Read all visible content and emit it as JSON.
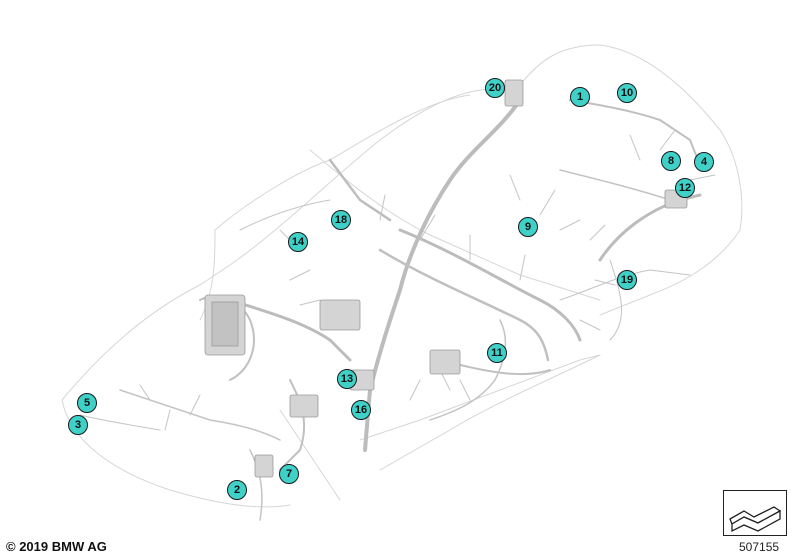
{
  "diagram": {
    "callouts": [
      {
        "label": "20"
      },
      {
        "label": "1"
      },
      {
        "label": "10"
      },
      {
        "label": "8"
      },
      {
        "label": "4"
      },
      {
        "label": "12"
      },
      {
        "label": "18"
      },
      {
        "label": "14"
      },
      {
        "label": "9"
      },
      {
        "label": "19"
      },
      {
        "label": "11"
      },
      {
        "label": "13"
      },
      {
        "label": "16"
      },
      {
        "label": "5"
      },
      {
        "label": "3"
      },
      {
        "label": "7"
      },
      {
        "label": "2"
      }
    ],
    "copyright": "© 2019 BMW AG",
    "diagram_id": "507155",
    "colors": {
      "callout_fill": "#3fd1c8",
      "wire": "#bdbdbd",
      "outline": "#1a1a1a"
    },
    "icons": [
      "wiring-harness-icon",
      "callout-circle-icon",
      "corner-logo-icon"
    ]
  }
}
